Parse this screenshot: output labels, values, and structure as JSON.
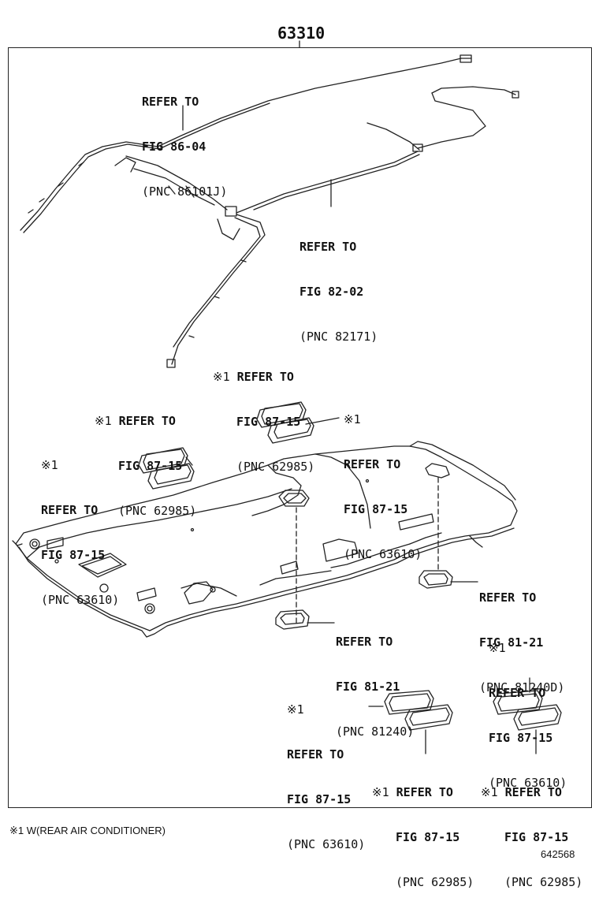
{
  "diagram": {
    "part_number": "63310",
    "footnote": "※1 W(REAR AIR CONDITIONER)",
    "diagram_id": "642568"
  },
  "callouts": [
    {
      "mark": "",
      "line1": "REFER TO",
      "line2": "FIG 86-04",
      "line3": "(PNC 86101J)"
    },
    {
      "mark": "",
      "line1": "REFER TO",
      "line2": "FIG 82-02",
      "line3": "(PNC 82171)"
    },
    {
      "mark": "※1",
      "line1": "REFER TO",
      "line2": "FIG 87-15",
      "line3": "(PNC 62985)"
    },
    {
      "mark": "※1",
      "line1": "REFER TO",
      "line2": "FIG 87-15",
      "line3": "(PNC 62985)"
    },
    {
      "mark": "※1",
      "line1": "REFER TO",
      "line2": "FIG 87-15",
      "line3": "(PNC 63610)"
    },
    {
      "mark": "※1",
      "line1": "REFER TO",
      "line2": "FIG 87-15",
      "line3": "(PNC 63610)"
    },
    {
      "mark": "",
      "line1": "REFER TO",
      "line2": "FIG 81-21",
      "line3": "(PNC 81240D)"
    },
    {
      "mark": "",
      "line1": "REFER TO",
      "line2": "FIG 81-21",
      "line3": "(PNC 81240)"
    },
    {
      "mark": "※1",
      "line1": "REFER TO",
      "line2": "FIG 87-15",
      "line3": "(PNC 63610)"
    },
    {
      "mark": "※1",
      "line1": "REFER TO",
      "line2": "FIG 87-15",
      "line3": "(PNC 63610)"
    },
    {
      "mark": "※1",
      "line1": "REFER TO",
      "line2": "FIG 87-15",
      "line3": "(PNC 62985)"
    },
    {
      "mark": "※1",
      "line1": "REFER TO",
      "line2": "FIG 87-15",
      "line3": "(PNC 62985)"
    }
  ]
}
